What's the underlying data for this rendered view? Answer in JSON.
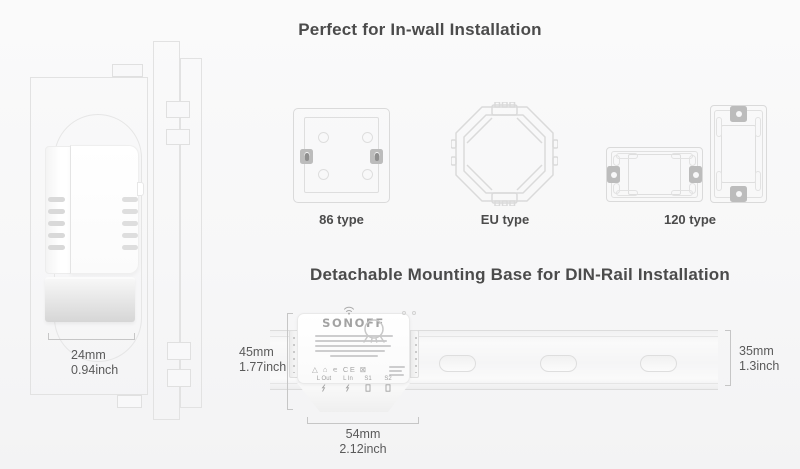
{
  "colors": {
    "background": "#f7f7f8",
    "outline": "#e0e0e0",
    "heading_text": "#4b4b4b",
    "dimension_text": "#5a5a5a",
    "logo_text": "#a3a3a3",
    "mount_tab_gray": "#bcbcbc"
  },
  "inwall": {
    "heading": "Perfect for In-wall Installation",
    "box_labels": {
      "type86": "86 type",
      "typeEU": "EU type",
      "type120": "120 type"
    }
  },
  "sideview": {
    "dim_width": {
      "mm": "24mm",
      "inch": "0.94inch"
    }
  },
  "dinrail": {
    "heading": "Detachable Mounting Base for DIN-Rail Installation",
    "device": {
      "brand": "SONOFF",
      "cert_icons": "△ ⌂ ∊ CE ⊠",
      "icon_names": [
        "wifi-icon",
        "bulb-icon",
        "recycle-icon",
        "house-icon",
        "ce-mark",
        "weee-bin-icon"
      ],
      "terminals": [
        {
          "label": "L Out",
          "symbol": "zigzag"
        },
        {
          "label": "L In",
          "symbol": "zigzag"
        },
        {
          "label": "S1",
          "symbol": "box"
        },
        {
          "label": "S2",
          "symbol": "box"
        }
      ]
    },
    "dim_height": {
      "mm": "45mm",
      "inch": "1.77inch"
    },
    "dim_rail": {
      "mm": "35mm",
      "inch": "1.3inch"
    },
    "dim_width": {
      "mm": "54mm",
      "inch": "2.12inch"
    }
  }
}
